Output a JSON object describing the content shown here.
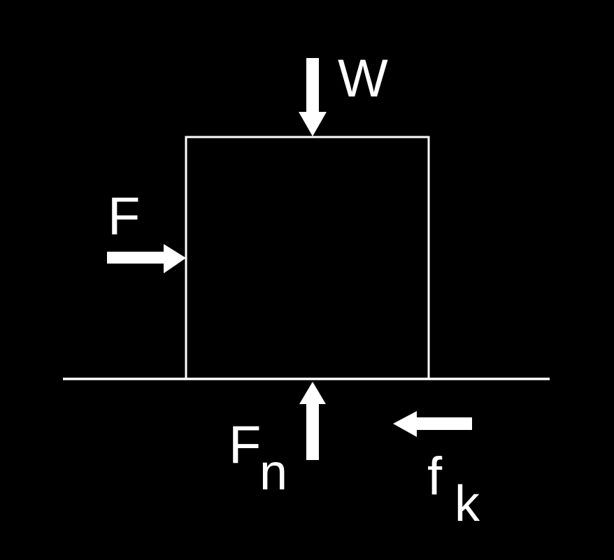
{
  "diagram": {
    "type": "free-body-diagram",
    "description": "Square block resting on a horizontal surface with four force arrows",
    "colors": {
      "background": "#000000",
      "foreground": "#ffffff"
    },
    "object": {
      "shape": "square-block",
      "surface": "ground-line"
    },
    "forces": {
      "weight": {
        "label": "W",
        "subscript": "",
        "direction": "down",
        "position": "top-center-of-block"
      },
      "applied": {
        "label": "F",
        "subscript": "",
        "direction": "right",
        "position": "left-side-of-block"
      },
      "normal": {
        "label": "F",
        "subscript": "n",
        "direction": "up",
        "position": "below-block-center"
      },
      "friction": {
        "label": "f",
        "subscript": "k",
        "direction": "left",
        "position": "below-surface-right"
      }
    }
  }
}
